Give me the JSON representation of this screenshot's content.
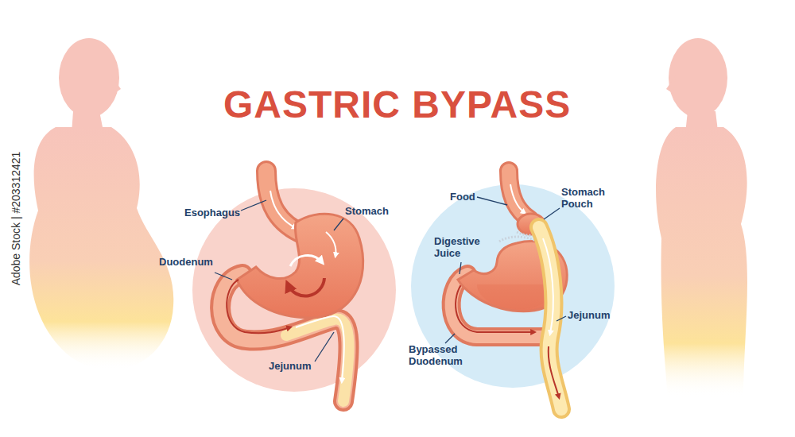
{
  "diagram": {
    "title": "GASTRIC BYPASS",
    "labels": [
      "Esophagus",
      "Stomach",
      "Duodenum",
      "Jejunum",
      "Food",
      "Stomach Pouch",
      "Digestive Juice",
      "Jejunum",
      "Bypassed Duodenum",
      "Adobe Stock | #203312421"
    ]
  }
}
